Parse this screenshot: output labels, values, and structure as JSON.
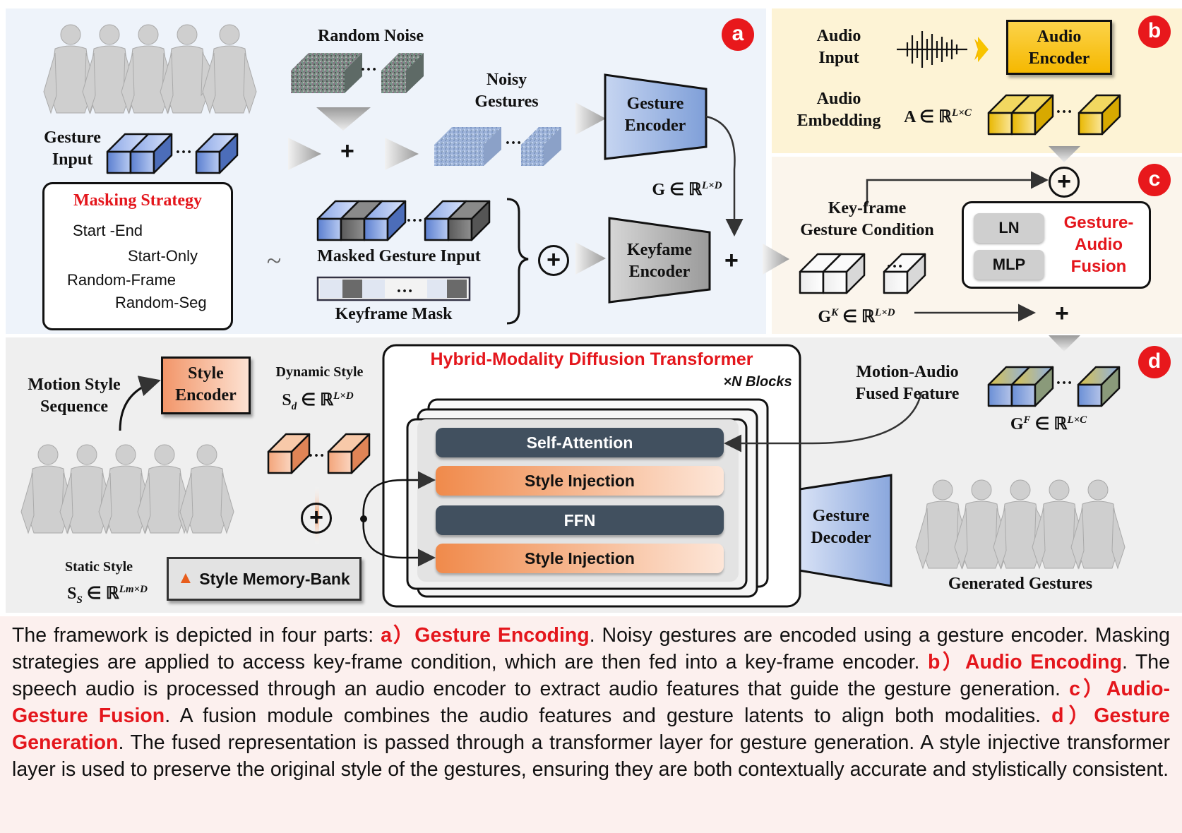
{
  "badges": {
    "a": "a",
    "b": "b",
    "c": "c",
    "d": "d"
  },
  "section_a": {
    "random_noise": "Random Noise",
    "noisy_gestures": "Noisy\nGestures",
    "gesture_input": "Gesture\nInput",
    "gesture_encoder": "Gesture\nEncoder",
    "g_label": "G ∈ ℝ",
    "g_sup": "L×D",
    "masking_title": "Masking Strategy",
    "masking_items": [
      "Start -End",
      "Start-Only",
      "Random-Frame",
      "Random-Seg"
    ],
    "tilde": "~",
    "masked_input": "Masked Gesture Input",
    "keyframe_mask": "Keyframe Mask",
    "keyframe_encoder": "Keyfame\nEncoder",
    "ellipsis": "…",
    "plus": "+",
    "oplus": "+"
  },
  "section_b": {
    "audio_input": "Audio\nInput",
    "audio_encoder": "Audio\nEncoder",
    "audio_embedding": "Audio\nEmbedding",
    "a_label": "A ∈ ℝ",
    "a_sup": "L×C"
  },
  "section_c": {
    "keyframe_condition": "Key-frame\nGesture Condition",
    "ln": "LN",
    "mlp": "MLP",
    "fusion": "Gesture-\nAudio\nFusion",
    "gk_label": "G",
    "gk_sup_k": "K",
    "gk_rest": " ∈ ℝ",
    "gk_sup": "L×D"
  },
  "section_d": {
    "motion_style_sequence": "Motion Style\nSequence",
    "style_encoder": "Style\nEncoder",
    "dynamic_style": "Dynamic Style",
    "sd_label": "S",
    "sd_sub": "d",
    "sd_rest": " ∈ ℝ",
    "sd_sup": "L×D",
    "static_style": "Static Style",
    "ss_label": "S",
    "ss_sub": "S",
    "ss_rest": " ∈ ℝ",
    "ss_sup": "Lm×D",
    "memory_bank": "Style Memory-Bank",
    "transformer_title": "Hybrid-Modality Diffusion Transformer",
    "blocks": "×N Blocks",
    "self_attention": "Self-Attention",
    "style_injection_1": "Style Injection",
    "ffn": "FFN",
    "style_injection_2": "Style Injection",
    "fused_feature": "Motion-Audio\nFused Feature",
    "gf_label": "G",
    "gf_sup_f": "F",
    "gf_rest": " ∈ ℝ",
    "gf_sup": "L×C",
    "gesture_decoder": "Gesture\nDecoder",
    "generated": "Generated Gestures"
  },
  "caption": {
    "p1": "The framework is depicted in four parts: ",
    "h1": "a）Gesture Encoding",
    "p2": ". Noisy gestures are encoded using a gesture encoder. Masking strategies are applied to access key-frame condition, which are then fed into a key-frame encoder. ",
    "h2": "b）Audio Encoding",
    "p3": ". The speech audio is processed through an audio encoder to extract audio features that guide the gesture generation. ",
    "h3": "c）Audio-Gesture Fusion",
    "p4": ". A fusion module combines the audio features and gesture latents to align both modalities. ",
    "h4": "d）Gesture Generation",
    "p5": ". The fused representation is passed through a transformer layer for gesture generation. A style injective transformer layer is used to preserve the original style of the gestures, ensuring they are both contextually accurate and stylistically consistent."
  }
}
